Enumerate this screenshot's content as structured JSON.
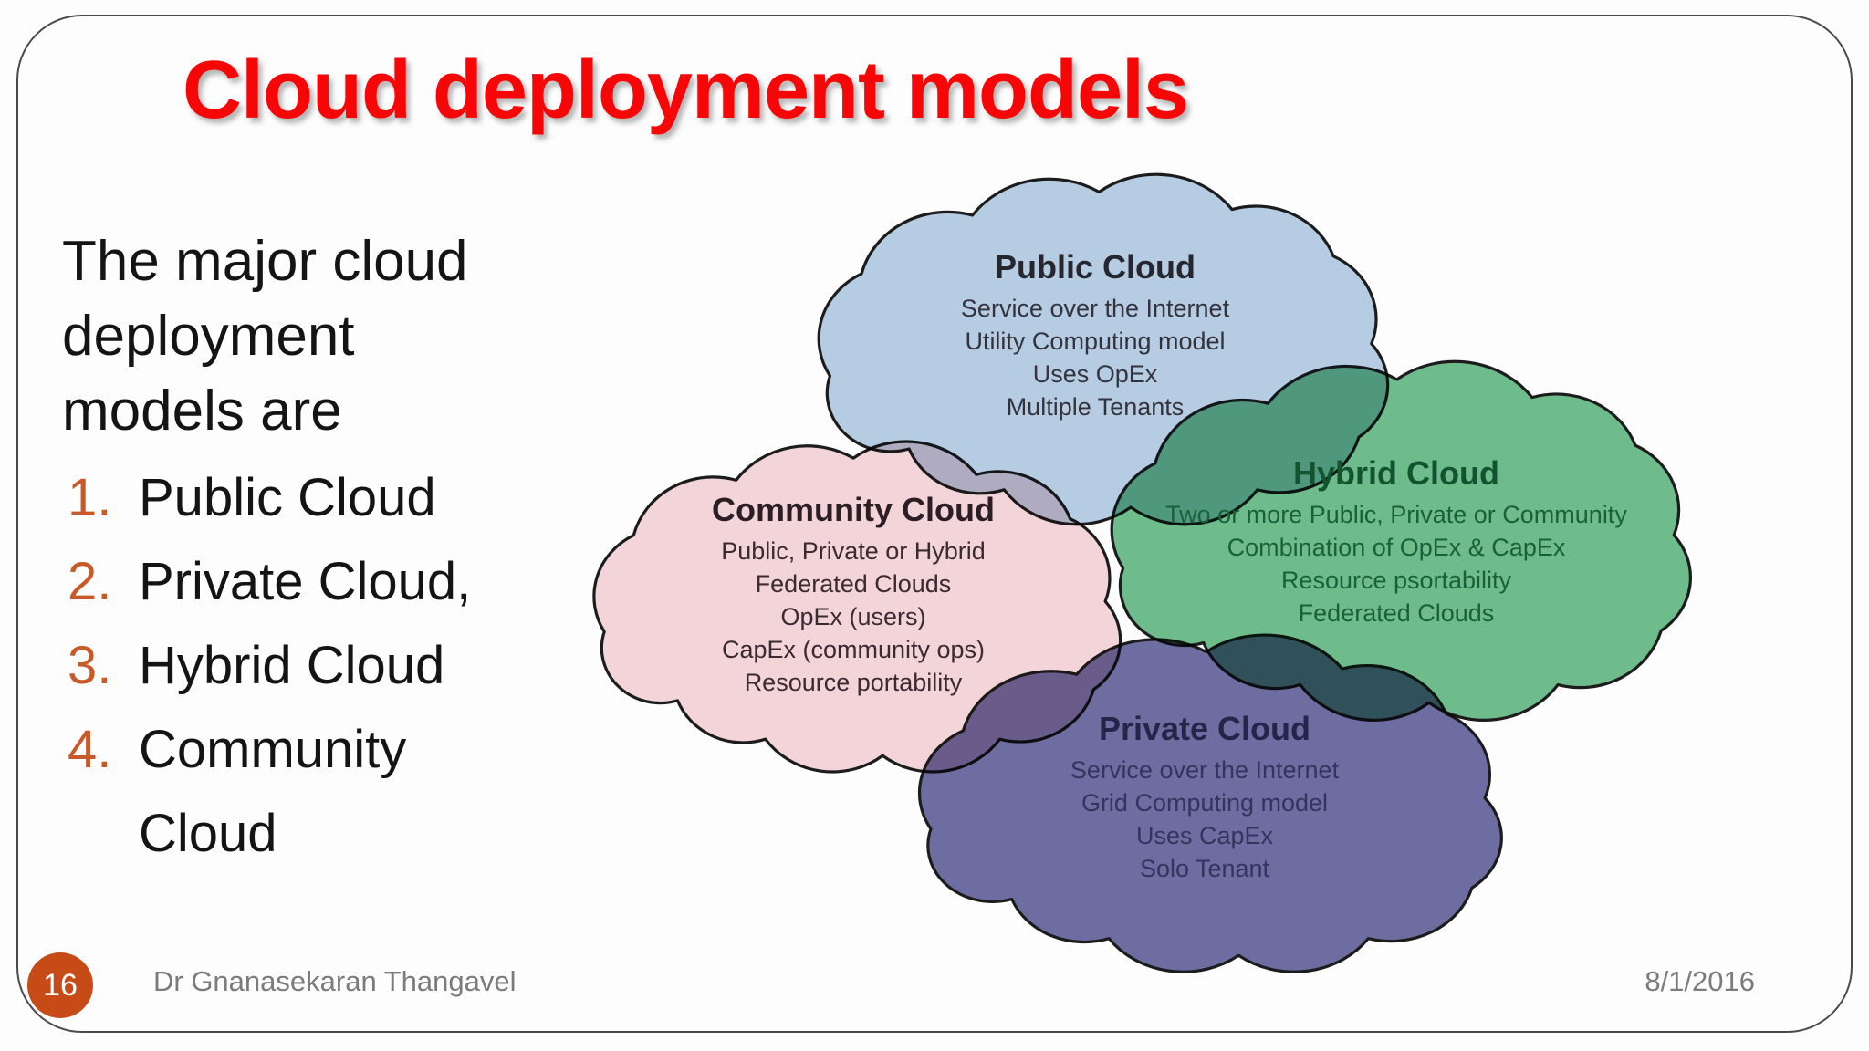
{
  "slide": {
    "title": "Cloud deployment models"
  },
  "intro": {
    "lines": [
      "The major cloud",
      "deployment",
      "models are"
    ]
  },
  "list": {
    "items": [
      {
        "num": "1.",
        "label": "Public Cloud"
      },
      {
        "num": "2.",
        "label": "Private Cloud,"
      },
      {
        "num": "3.",
        "label": "Hybrid Cloud"
      },
      {
        "num": "4.",
        "label": "Community Cloud"
      }
    ]
  },
  "clouds": {
    "public": {
      "title": "Public Cloud",
      "lines": [
        "Service over the Internet",
        "Utility Computing model",
        "Uses OpEx",
        "Multiple Tenants"
      ]
    },
    "community": {
      "title": "Community Cloud",
      "lines": [
        "Public, Private or Hybrid",
        "Federated Clouds",
        "OpEx (users)",
        "CapEx (community ops)",
        "Resource portability"
      ]
    },
    "hybrid": {
      "title": "Hybrid Cloud",
      "lines": [
        "Two or more Public, Private or Community",
        "Combination of OpEx & CapEx",
        "Resource psortability",
        "Federated Clouds"
      ]
    },
    "private": {
      "title": "Private Cloud",
      "lines": [
        "Service over the Internet",
        "Grid Computing model",
        "Uses CapEx",
        "Solo Tenant"
      ]
    }
  },
  "footer": {
    "page_number": "16",
    "author": "Dr Gnanasekaran Thangavel",
    "date": "8/1/2016"
  },
  "colors": {
    "title_red": "#F60606",
    "list_number_orange": "#C85A28",
    "page_badge_orange": "#C64B16",
    "footer_text_gray": "#7B7B7B",
    "cloud_outline": "#1C1C1C",
    "public_cloud_fill": "#B8CEE3",
    "community_cloud_fill": "#F5D6DA",
    "hybrid_cloud_fill": "#6FBD8D",
    "private_cloud_fill": "#6E6EA3"
  }
}
